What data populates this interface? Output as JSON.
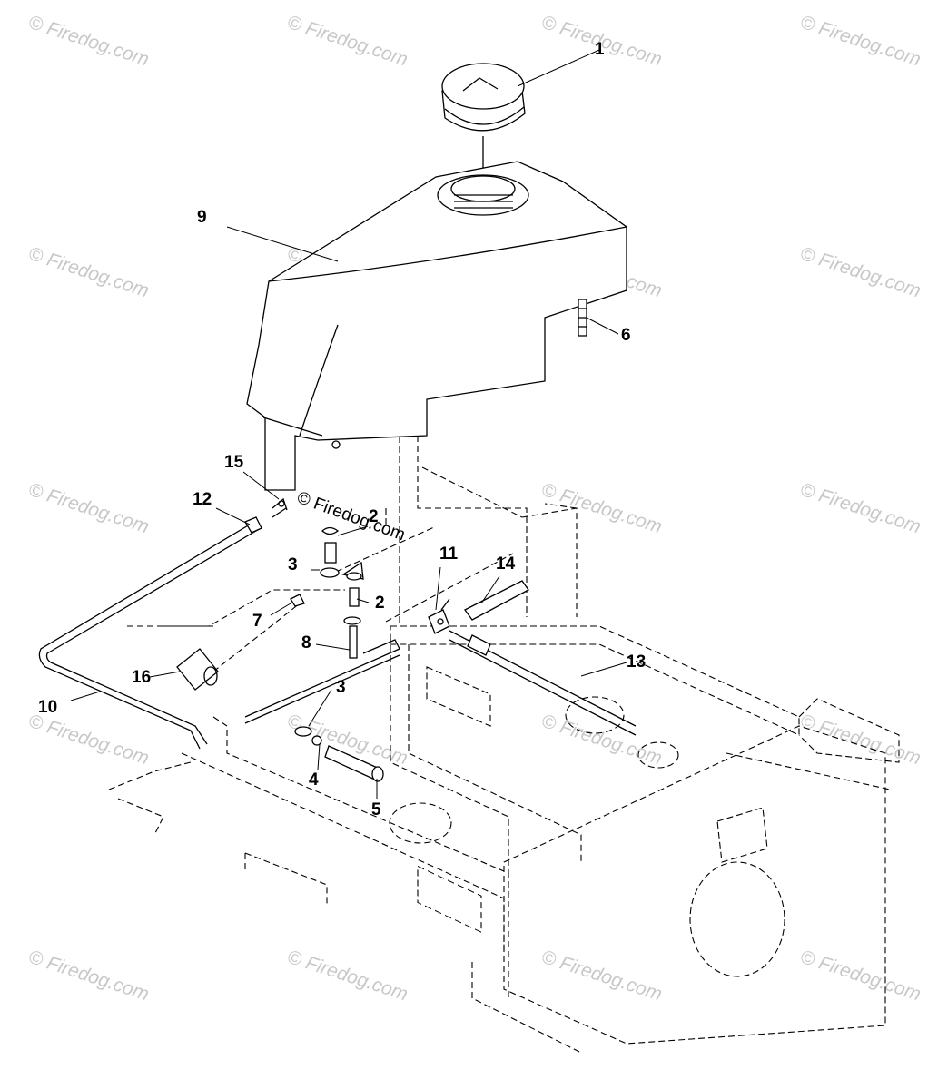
{
  "diagram": {
    "callouts": [
      "1",
      "2",
      "2",
      "3",
      "3",
      "4",
      "5",
      "6",
      "7",
      "8",
      "9",
      "10",
      "11",
      "12",
      "13",
      "14",
      "15",
      "16"
    ]
  },
  "watermark": {
    "text": "© Firedog.com",
    "center_text": "© Firedog.com"
  }
}
